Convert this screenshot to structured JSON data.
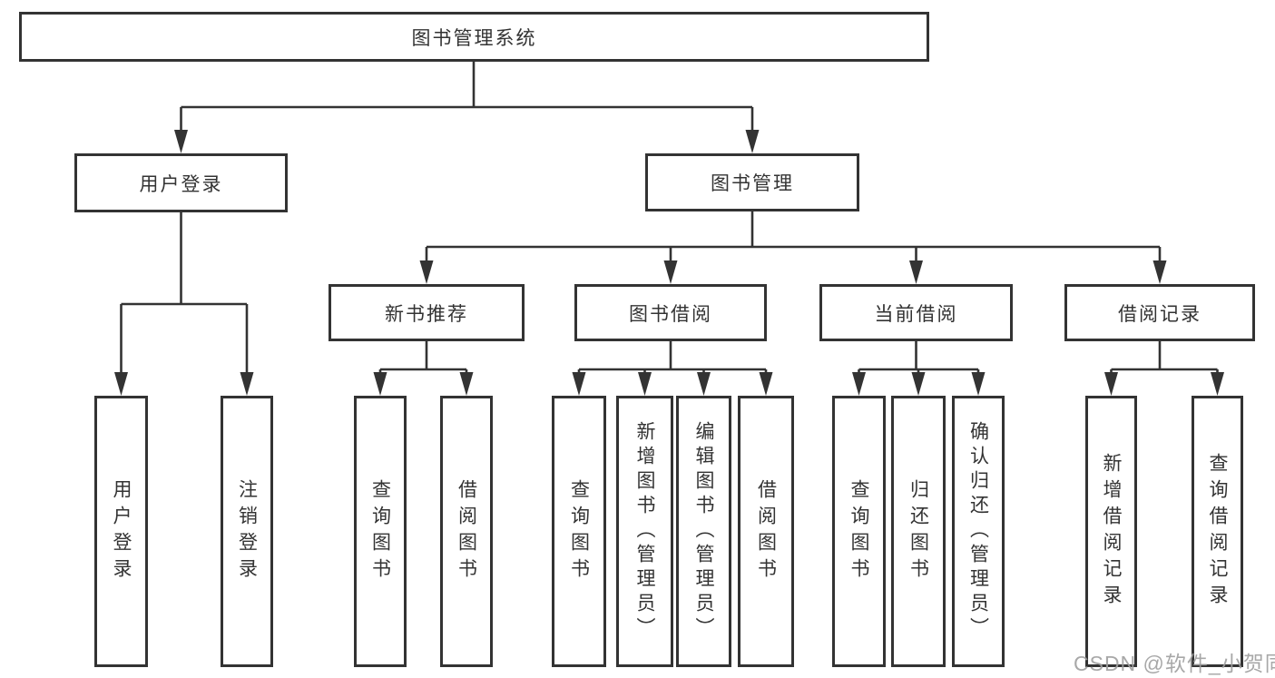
{
  "diagram": {
    "root": {
      "label": "图书管理系统"
    },
    "level1": [
      {
        "label": "用户登录"
      },
      {
        "label": "图书管理"
      }
    ],
    "level2": [
      {
        "label": "新书推荐"
      },
      {
        "label": "图书借阅"
      },
      {
        "label": "当前借阅"
      },
      {
        "label": "借阅记录"
      }
    ],
    "leaves": {
      "user_login": [
        "用户登录",
        "注销登录"
      ],
      "new_books": [
        "查询图书",
        "借阅图书"
      ],
      "book_borrow": [
        "查询图书",
        "新增图书（管理员）",
        "编辑图书（管理员）",
        "借阅图书"
      ],
      "current_borrow": [
        "查询图书",
        "归还图书",
        "确认归还（管理员）"
      ],
      "borrow_records": [
        "新增借阅记录",
        "查询借阅记录"
      ]
    },
    "watermark": "CSDN @软件_小贺同学",
    "colors": {
      "line": "#333333",
      "text": "#333333",
      "watermark": "#9e9e9e",
      "background": "#ffffff"
    }
  }
}
